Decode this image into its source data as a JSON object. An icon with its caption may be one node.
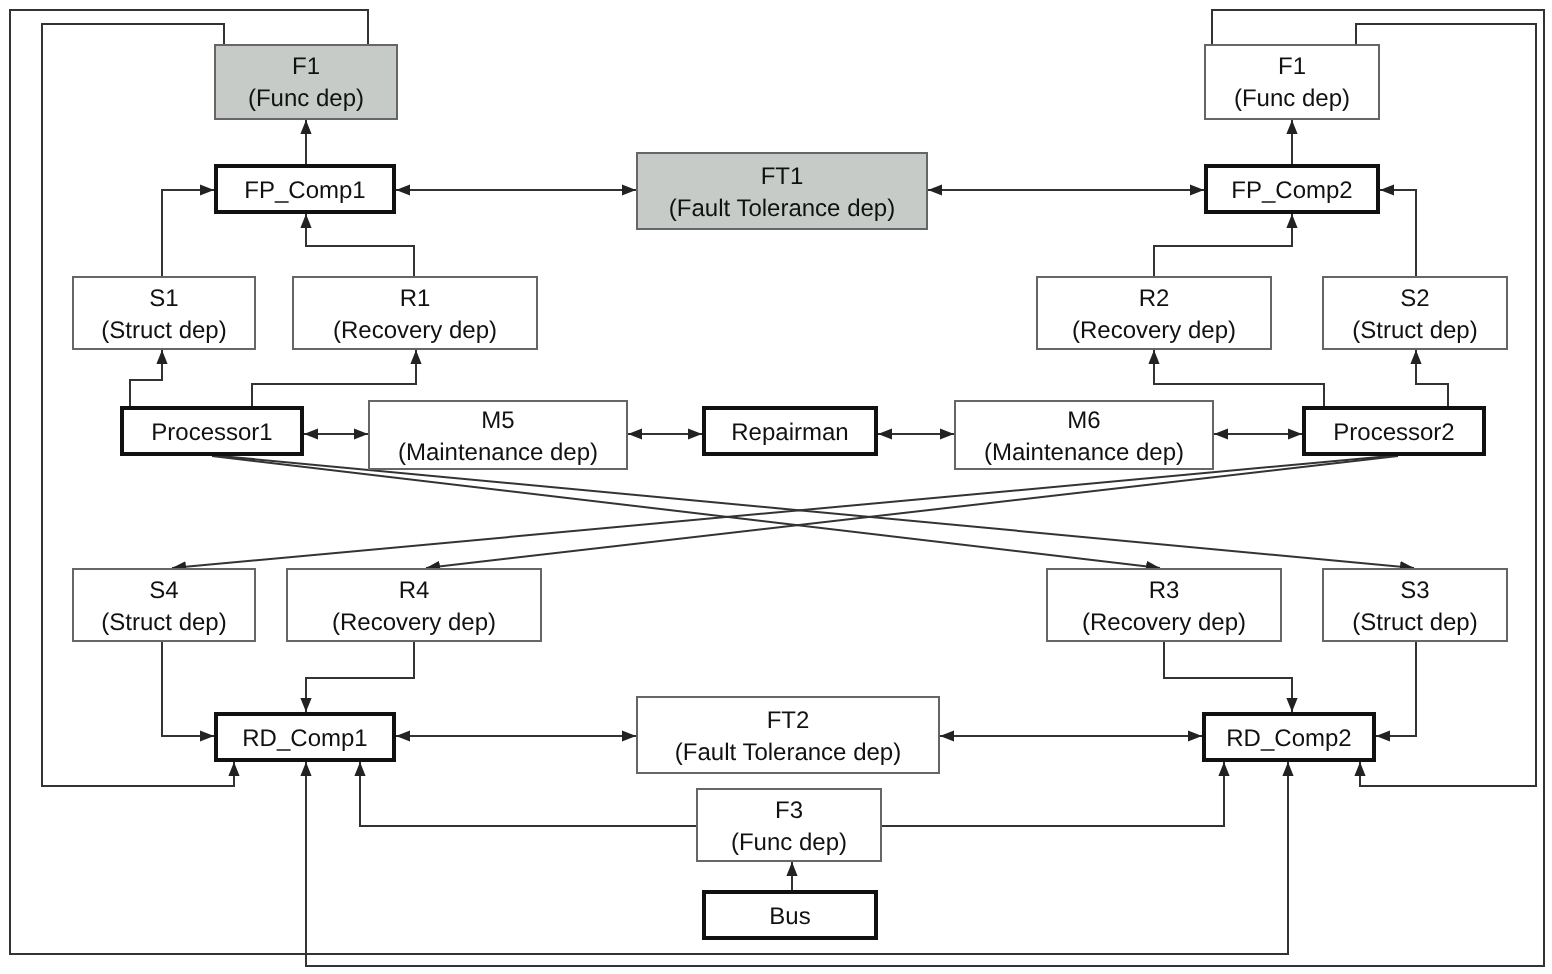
{
  "diagram": {
    "nodes": [
      {
        "text": [
          "F1",
          "(Func dep)"
        ]
      },
      {
        "text": [
          "F1",
          "(Func dep)"
        ]
      },
      {
        "text": [
          "FP_Comp1"
        ]
      },
      {
        "text": [
          "FT1",
          "(Fault Tolerance dep)"
        ]
      },
      {
        "text": [
          "FP_Comp2"
        ]
      },
      {
        "text": [
          "S1",
          "(Struct dep)"
        ]
      },
      {
        "text": [
          "R1",
          "(Recovery dep)"
        ]
      },
      {
        "text": [
          "R2",
          "(Recovery dep)"
        ]
      },
      {
        "text": [
          "S2",
          "(Struct dep)"
        ]
      },
      {
        "text": [
          "Processor1"
        ]
      },
      {
        "text": [
          "M5",
          "(Maintenance dep)"
        ]
      },
      {
        "text": [
          "Repairman"
        ]
      },
      {
        "text": [
          "M6",
          "(Maintenance dep)"
        ]
      },
      {
        "text": [
          "Processor2"
        ]
      },
      {
        "text": [
          "S4",
          "(Struct dep)"
        ]
      },
      {
        "text": [
          "R4",
          "(Recovery dep)"
        ]
      },
      {
        "text": [
          "R3",
          "(Recovery dep)"
        ]
      },
      {
        "text": [
          "S3",
          "(Struct dep)"
        ]
      },
      {
        "text": [
          "RD_Comp1"
        ]
      },
      {
        "text": [
          "FT2",
          "(Fault Tolerance dep)"
        ]
      },
      {
        "text": [
          "RD_Comp2"
        ]
      },
      {
        "text": [
          "F3",
          "(Func dep)"
        ]
      },
      {
        "text": [
          "Bus"
        ]
      }
    ],
    "edges": [
      {
        "from": 2,
        "to": 0,
        "arrow": "to"
      },
      {
        "from": 4,
        "to": 1,
        "arrow": "to"
      },
      {
        "from": 2,
        "to": 3,
        "arrow": "both"
      },
      {
        "from": 3,
        "to": 4,
        "arrow": "both"
      },
      {
        "from": 5,
        "to": 2,
        "arrow": "to"
      },
      {
        "from": 6,
        "to": 2,
        "arrow": "to"
      },
      {
        "from": 9,
        "to": 5,
        "arrow": "to"
      },
      {
        "from": 9,
        "to": 6,
        "arrow": "to"
      },
      {
        "from": 7,
        "to": 4,
        "arrow": "to"
      },
      {
        "from": 8,
        "to": 4,
        "arrow": "to"
      },
      {
        "from": 13,
        "to": 7,
        "arrow": "to"
      },
      {
        "from": 13,
        "to": 8,
        "arrow": "to"
      },
      {
        "from": 9,
        "to": 10,
        "arrow": "both"
      },
      {
        "from": 10,
        "to": 11,
        "arrow": "both"
      },
      {
        "from": 11,
        "to": 12,
        "arrow": "both"
      },
      {
        "from": 12,
        "to": 13,
        "arrow": "both"
      },
      {
        "from": 9,
        "to": 16,
        "arrow": "to"
      },
      {
        "from": 9,
        "to": 17,
        "arrow": "to"
      },
      {
        "from": 13,
        "to": 14,
        "arrow": "to"
      },
      {
        "from": 13,
        "to": 15,
        "arrow": "to"
      },
      {
        "from": 14,
        "to": 18,
        "arrow": "to"
      },
      {
        "from": 15,
        "to": 18,
        "arrow": "to"
      },
      {
        "from": 16,
        "to": 20,
        "arrow": "to"
      },
      {
        "from": 17,
        "to": 20,
        "arrow": "to"
      },
      {
        "from": 18,
        "to": 19,
        "arrow": "both"
      },
      {
        "from": 19,
        "to": 20,
        "arrow": "both"
      },
      {
        "from": 21,
        "to": 18,
        "arrow": "to"
      },
      {
        "from": 21,
        "to": 20,
        "arrow": "to"
      },
      {
        "from": 22,
        "to": 21,
        "arrow": "to"
      },
      {
        "from": 0,
        "to": 18,
        "arrow": "to"
      },
      {
        "from": 0,
        "to": 20,
        "arrow": "to"
      },
      {
        "from": 1,
        "to": 20,
        "arrow": "to"
      },
      {
        "from": 1,
        "to": 18,
        "arrow": "to"
      }
    ]
  }
}
